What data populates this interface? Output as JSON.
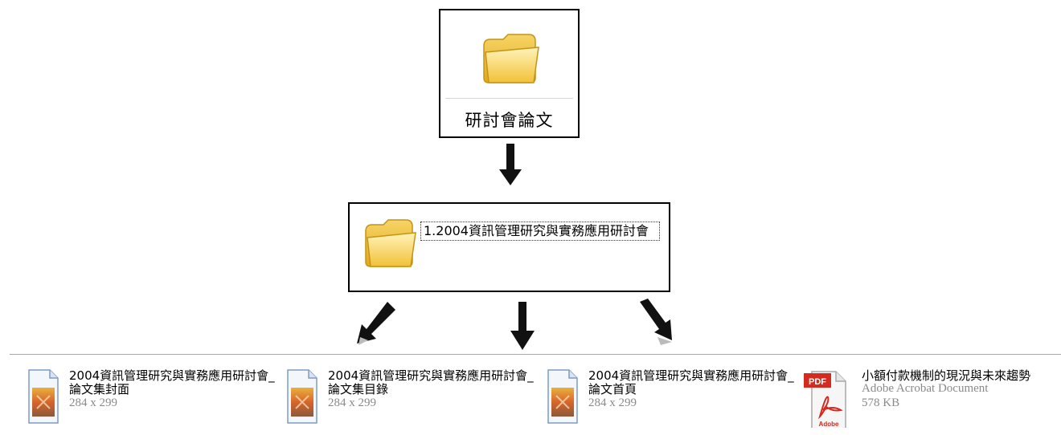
{
  "top_folder": {
    "name": "研討會論文",
    "icon": "folder-icon"
  },
  "sub_folder": {
    "name": "1.2004資訊管理研究與實務應用研討會",
    "icon": "folder-icon"
  },
  "files": [
    {
      "name": "2004資訊管理研究與實務應用研討會_論文集封面",
      "meta": "284 x 299",
      "icon": "image-file-icon"
    },
    {
      "name": "2004資訊管理研究與實務應用研討會_論文集目錄",
      "meta": "284 x 299",
      "icon": "image-file-icon"
    },
    {
      "name": "2004資訊管理研究與實務應用研討會_論文首頁",
      "meta": "284 x 299",
      "icon": "image-file-icon"
    },
    {
      "name": "小額付款機制的現況與未來趨勢",
      "type": "Adobe Acrobat Document",
      "size": "578 KB",
      "icon": "pdf-icon",
      "icon_badge": "PDF",
      "icon_brand": "Adobe"
    }
  ],
  "colors": {
    "folder": "#f3c843",
    "pdf_red": "#d42a1f",
    "arrow": "#111111",
    "meta_gray": "#8a8a8a"
  }
}
